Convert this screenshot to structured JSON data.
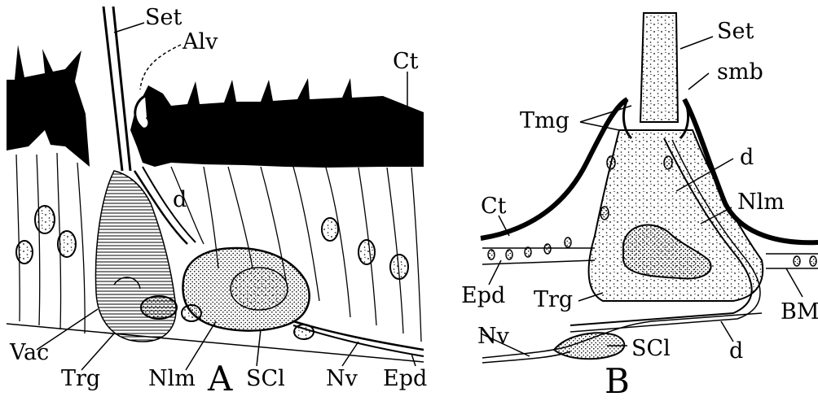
{
  "panel_a": {
    "letter": "A",
    "labels": {
      "set": "Set",
      "alv": "Alv",
      "ct": "Ct",
      "d": "d",
      "vac": "Vac",
      "trg": "Trg",
      "nlm": "Nlm",
      "scl": "SCl",
      "nv": "Nv",
      "epd": "Epd"
    }
  },
  "panel_b": {
    "letter": "B",
    "labels": {
      "set": "Set",
      "smb": "smb",
      "tmg": "Tmg",
      "d_upper": "d",
      "nlm": "Nlm",
      "ct": "Ct",
      "epd": "Epd",
      "trg": "Trg",
      "bm": "BM",
      "nv": "Nv",
      "scl": "SCl",
      "d_lower": "d"
    }
  },
  "colors": {
    "ink": "#000000",
    "paper": "#ffffff"
  }
}
